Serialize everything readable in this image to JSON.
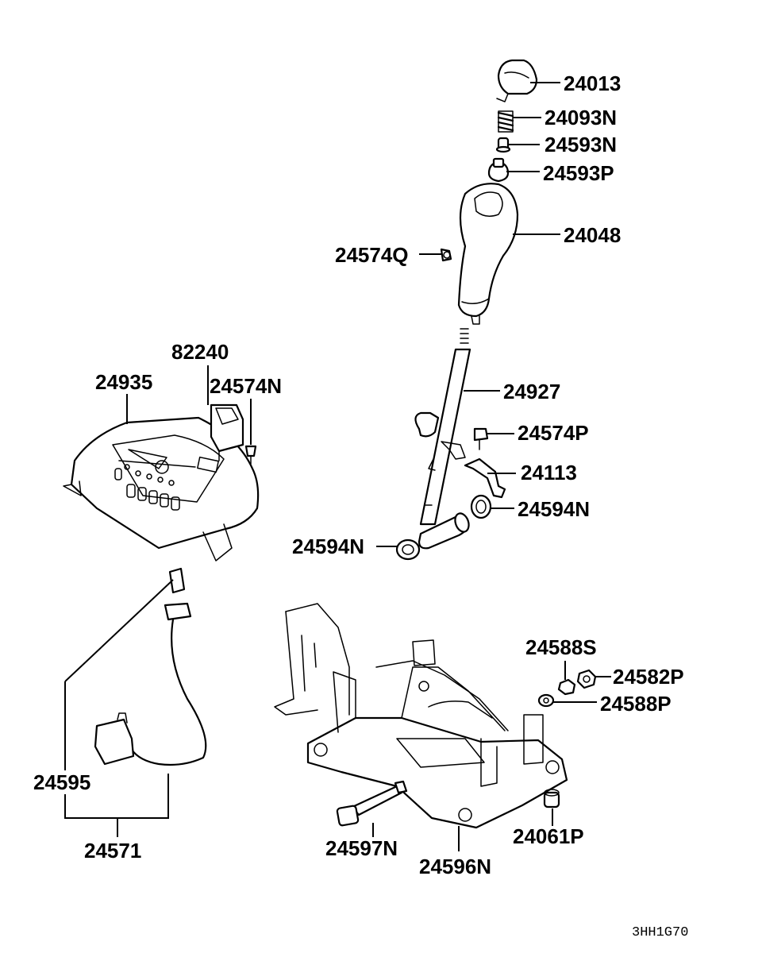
{
  "parts": {
    "p24013": "24013",
    "p24093N": "24093N",
    "p24593N": "24593N",
    "p24593P": "24593P",
    "p24048": "24048",
    "p24574Q": "24574Q",
    "p82240": "82240",
    "p24935": "24935",
    "p24574N": "24574N",
    "p24927": "24927",
    "p24574P": "24574P",
    "p24113": "24113",
    "p24594N_right": "24594N",
    "p24594N_left": "24594N",
    "p24588S": "24588S",
    "p24582P": "24582P",
    "p24588P": "24588P",
    "p24595": "24595",
    "p24571": "24571",
    "p24597N": "24597N",
    "p24596N": "24596N",
    "p24061P": "24061P"
  },
  "diagram_code": "3HH1G70"
}
